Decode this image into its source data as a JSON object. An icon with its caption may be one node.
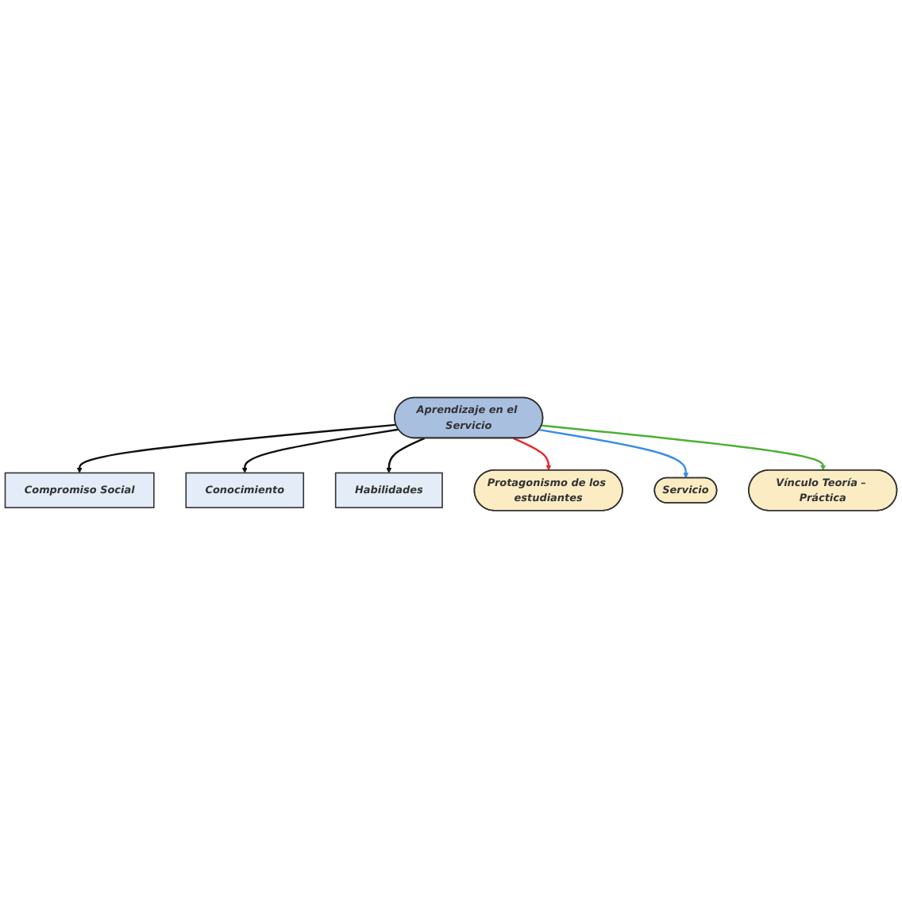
{
  "diagram": {
    "nodes": [
      {
        "text": [
          "Compromiso Social"
        ]
      },
      {
        "text": [
          "Conocimiento"
        ]
      },
      {
        "text": [
          "Habilidades"
        ]
      },
      {
        "text": [
          "Aprendizaje en el Servicio"
        ]
      },
      {
        "text": [
          "Servicio"
        ]
      },
      {
        "text": [
          "Protagonismo de los estudiantes"
        ]
      },
      {
        "text": [
          "Vínculo Teoría – Práctica"
        ]
      }
    ],
    "edges": [
      {
        "from": 3,
        "to": 0,
        "arrow": "to"
      },
      {
        "from": 3,
        "to": 1,
        "arrow": "to"
      },
      {
        "from": 3,
        "to": 2,
        "arrow": "to"
      },
      {
        "from": 3,
        "to": 5,
        "arrow": "to",
        "color": "#e8262a"
      },
      {
        "from": 3,
        "to": 4,
        "arrow": "to",
        "color": "#3a8ee6"
      },
      {
        "from": 3,
        "to": 6,
        "arrow": "to",
        "color": "#4cb034"
      }
    ]
  }
}
